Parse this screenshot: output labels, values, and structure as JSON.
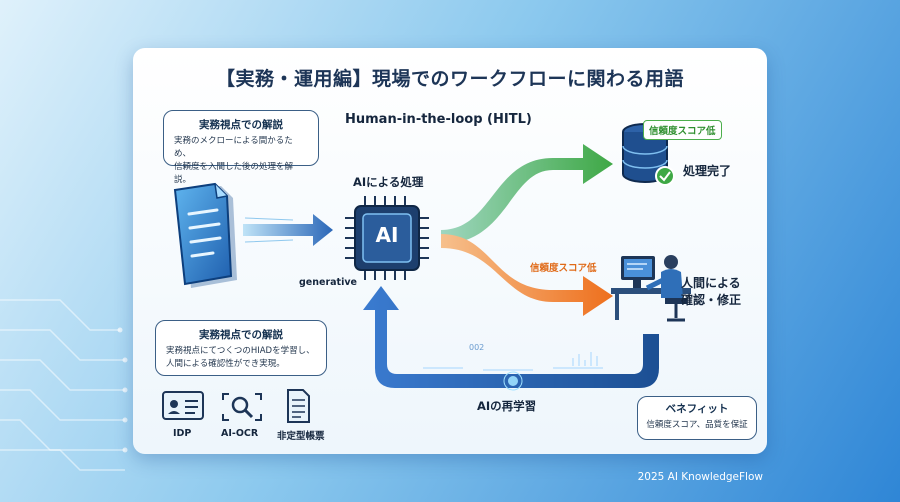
{
  "title": "【実務・運用編】現場でのワークフローに関わる用語",
  "subtitle": "Human-in-the-loop (HITL)",
  "bubble_top": {
    "heading": "実務視点での解説",
    "line1": "実務のメクローによる間かるため、",
    "line2": "信頼度を入間した後の処理を解説。"
  },
  "bubble_bottom": {
    "heading": "実務視点での解説",
    "line1": "実務視点にてつくつのHIADを学習し、",
    "line2": "人間による確認性ができ実現。"
  },
  "ai_process_label": "AIによる処理",
  "ai_chip_text": "AI",
  "generative_label": "generative",
  "high_confidence_tag": "信頼度スコア低",
  "done_label": "処理完了",
  "low_confidence_tag": "信頼度スコア低",
  "human_label_line1": "人間による",
  "human_label_line2": "確認・修正",
  "retrain_label": "AIの再学習",
  "loop_deco_text": "002",
  "benefit": {
    "heading": "ベネフィット",
    "text": "信頼度スコア、品質を保証"
  },
  "icons": [
    {
      "label": "IDP",
      "icon": "id-card-icon"
    },
    {
      "label": "AI-OCR",
      "icon": "scan-magnifier-icon"
    },
    {
      "label": "非定型帳票",
      "icon": "document-icon"
    }
  ],
  "footer": "2025 AI KnowledgeFlow",
  "colors": {
    "green_arrow": "#4cae4c",
    "orange_arrow": "#f07f2a",
    "blue_arrow": "#2a5ea8",
    "dark_navy": "#1d3557"
  }
}
